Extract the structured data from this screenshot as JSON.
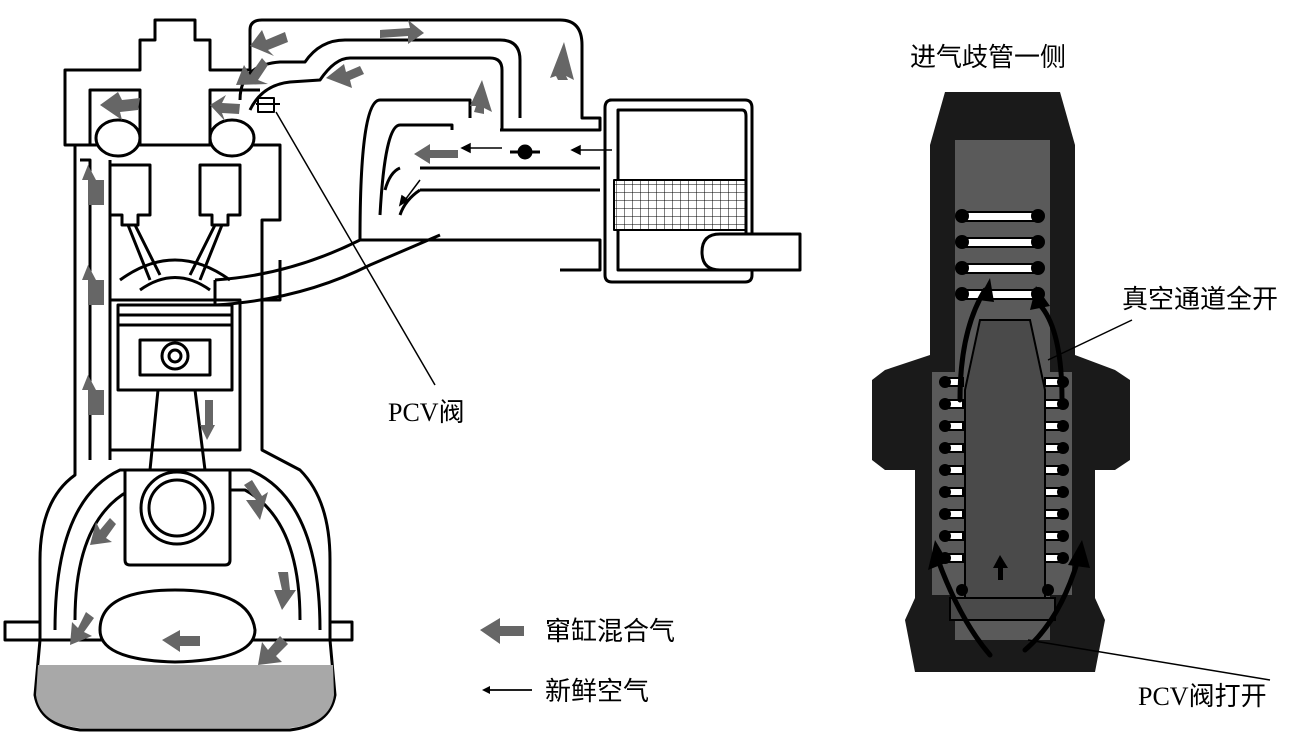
{
  "labels": {
    "pcv_valve": "PCV阀",
    "intake_side": "进气歧管一侧",
    "vacuum_open": "真空通道全开",
    "pcv_open": "PCV阀打开"
  },
  "legend": {
    "blowby": "窜缸混合气",
    "fresh_air": "新鲜空气"
  },
  "colors": {
    "line": "#000000",
    "oil": "#a8a8a8",
    "arrow_gray": "#666666",
    "valve_body": "#1a1a1a",
    "valve_inner": "#5a5a5a"
  }
}
